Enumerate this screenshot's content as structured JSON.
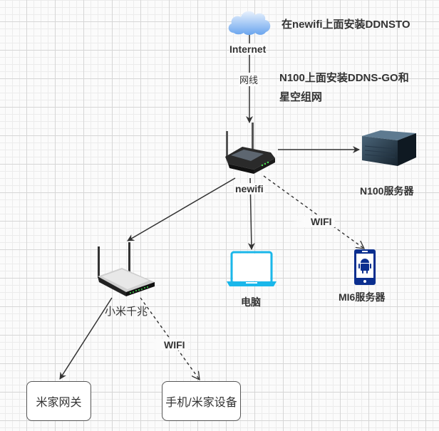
{
  "notes": {
    "ddnsto": "在newifi上面安装DDNSTO",
    "ddnsgo_line1": "N100上面安装DDNS-GO和",
    "ddnsgo_line2": "星空组网"
  },
  "nodes": {
    "internet": {
      "label": "Internet",
      "icon": "cloud-icon"
    },
    "newifi": {
      "label": "newifi",
      "icon": "router-icon"
    },
    "n100": {
      "label": "N100服务器",
      "icon": "server-icon"
    },
    "laptop": {
      "label": "电脑",
      "icon": "laptop-icon"
    },
    "mi6": {
      "label": "MI6服务器",
      "icon": "android-phone-icon"
    },
    "xiaomi_router": {
      "label": "小米千兆",
      "icon": "router-icon"
    },
    "mijia_gateway": {
      "label": "米家网关"
    },
    "phones_devices": {
      "label": "手机/米家设备"
    }
  },
  "edges": [
    {
      "from": "internet",
      "to": "newifi",
      "label": "网线",
      "style": "solid"
    },
    {
      "from": "newifi",
      "to": "n100",
      "label": "",
      "style": "solid"
    },
    {
      "from": "newifi",
      "to": "xiaomi_router",
      "label": "",
      "style": "solid"
    },
    {
      "from": "newifi",
      "to": "laptop",
      "label": "",
      "style": "solid"
    },
    {
      "from": "newifi",
      "to": "mi6",
      "label": "WIFI",
      "style": "dashed"
    },
    {
      "from": "xiaomi_router",
      "to": "mijia_gateway",
      "label": "",
      "style": "solid"
    },
    {
      "from": "xiaomi_router",
      "to": "phones_devices",
      "label": "WIFI",
      "style": "dashed"
    }
  ],
  "colors": {
    "edge": "#333333",
    "laptop": "#1ab7ea",
    "phone": "#0b2f8f",
    "cloud": "#7fb2f0"
  }
}
